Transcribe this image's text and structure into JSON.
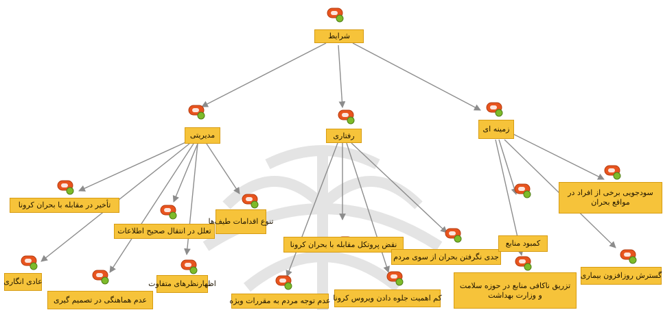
{
  "nodes": {
    "root": {
      "label": "شرایط"
    },
    "c1": {
      "label": "مدیریتی"
    },
    "c2": {
      "label": "رفتاری"
    },
    "c3": {
      "label": "زمینه ای"
    },
    "c1_1": {
      "label": "تأخیر در مقابله با بحران کرونا"
    },
    "c1_2": {
      "label": "تنوع اقدامات طیف‌ها"
    },
    "c1_3": {
      "label": "تعلل در انتقال صحیح اطلاعات"
    },
    "c1_4": {
      "label": "عادی انگاری"
    },
    "c1_5": {
      "label": "عدم هماهنگی در تصمیم گیری"
    },
    "c1_6": {
      "label": "اظهارنظرهای متفاوت"
    },
    "c2_1": {
      "label": "نقض پروتکل مقابله با بحران کرونا"
    },
    "c2_2": {
      "label": "جدی نگرفتن بحران از سوی مردم"
    },
    "c2_3": {
      "label": "عدم توجه مردم به مقررات ویژه"
    },
    "c2_4": {
      "label": "کم اهمیت جلوه دادن ویروس کرونا"
    },
    "c3_1": {
      "label": "سودجویی برخی از افراد در مواقع بحران"
    },
    "c3_2": {
      "label": "کمبود منابع"
    },
    "c3_3": {
      "label": "تزریق ناکافی منابع در حوزه سلامت و وزارت بهداشت"
    },
    "c3_4": {
      "label": "گسترش روزافزون بیماری"
    }
  },
  "colors": {
    "box_fill": "#f6c33a",
    "box_border": "#d69b12",
    "edge": "#8c8c8c",
    "badge_orange": "#e8541e",
    "badge_green": "#7dbb2a",
    "watermark": "#dcdcdc"
  },
  "icons": {
    "node_badge": "concept-node-icon"
  }
}
